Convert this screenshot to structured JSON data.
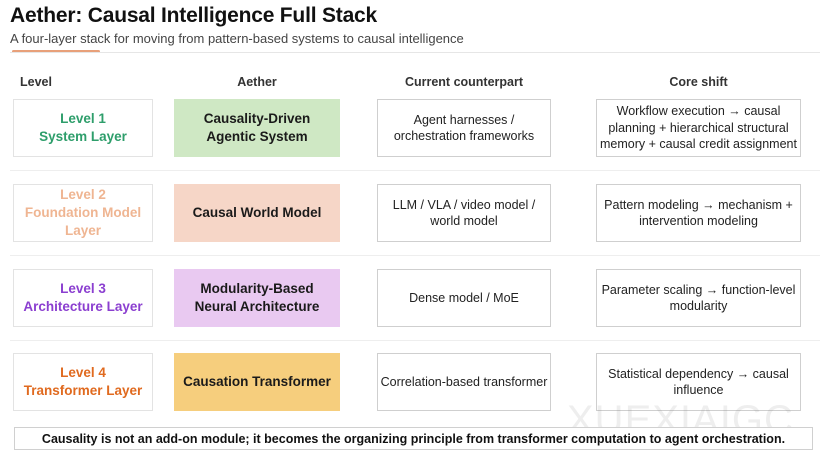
{
  "header": {
    "title": "Aether: Causal Intelligence Full Stack",
    "subtitle": "A four-layer stack for moving from pattern-based systems to causal intelligence"
  },
  "columns": {
    "level": "Level",
    "aether": "Aether",
    "current": "Current counterpart",
    "shift": "Core shift"
  },
  "rows": [
    {
      "level": "Level 1\nSystem Layer",
      "level_color": "#2e9e6b",
      "aether": "Causality-Driven\nAgentic System",
      "aether_bg": "#cfe8c4",
      "current": "Agent harnesses /\norchestration frameworks",
      "shift": "Workflow execution → causal planning + hierarchical structural memory + causal credit assignment"
    },
    {
      "level": "Level 2\nFoundation Model\nLayer",
      "level_color": "#efb592",
      "aether": "Causal World Model",
      "aether_bg": "#f6d6c7",
      "current": "LLM / VLA / video model /\nworld model",
      "shift": "Pattern modeling → mechanism + intervention modeling"
    },
    {
      "level": "Level 3\nArchitecture Layer",
      "level_color": "#8b3fd0",
      "aether": "Modularity-Based\nNeural Architecture",
      "aether_bg": "#e9c9f1",
      "current": "Dense model / MoE",
      "shift": "Parameter scaling → function-level modularity"
    },
    {
      "level": "Level 4\nTransformer Layer",
      "level_color": "#e06a1f",
      "aether": "Causation Transformer",
      "aether_bg": "#f6ce7d",
      "current": "Correlation-based transformer",
      "shift": "Statistical dependency → causal influence"
    }
  ],
  "watermark": "XUEXIAIGC",
  "footer": "Causality is not an add-on module; it becomes the organizing principle from transformer computation to agent orchestration."
}
